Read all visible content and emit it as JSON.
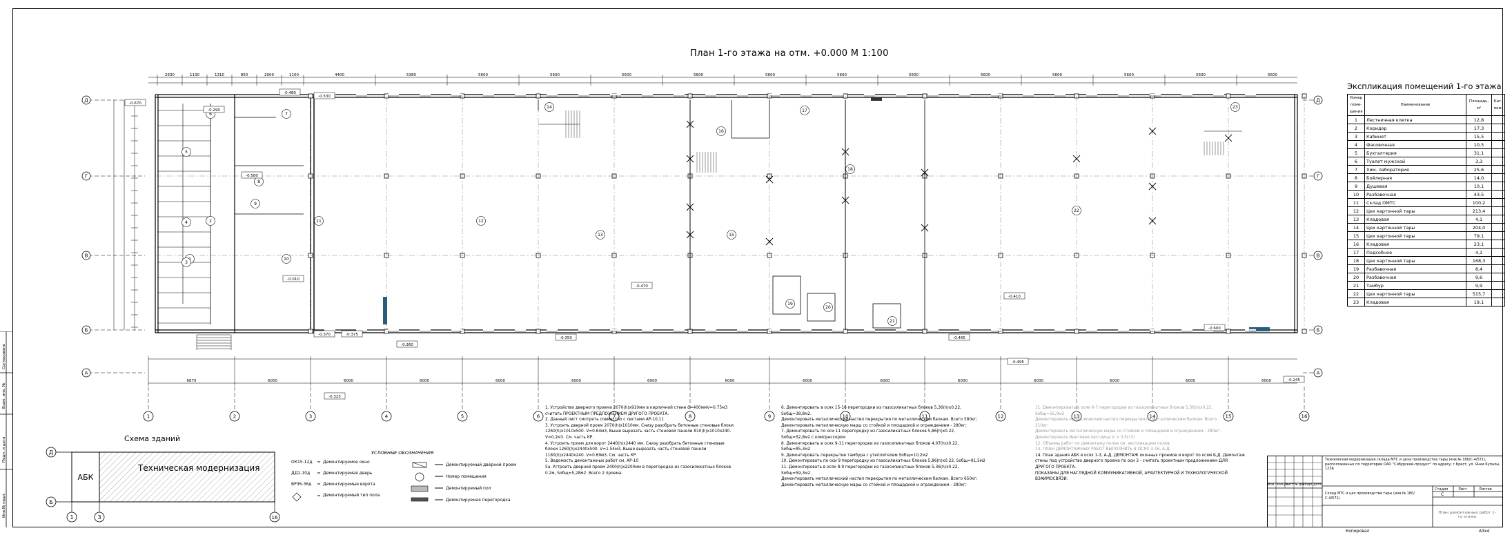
{
  "plan_title": "План 1-го этажа на отм. +0.000  М 1:100",
  "grid_letters": [
    "Д",
    "Г",
    "В",
    "Б",
    "А"
  ],
  "grid_numbers": [
    "1",
    "2",
    "3",
    "4",
    "5",
    "6",
    "7",
    "8",
    "9",
    "10",
    "11",
    "12",
    "13",
    "14",
    "15",
    "16"
  ],
  "explication": {
    "title": "Экспликация помещений 1-го этажа",
    "headers": [
      "Номер поме-щения",
      "Наименование",
      "Площадь, м²",
      "Кат. пом."
    ],
    "rows": [
      [
        "1",
        "Лестничная клетка",
        "12,8"
      ],
      [
        "2",
        "Коридор",
        "17,3"
      ],
      [
        "3",
        "Кабинет",
        "15,5"
      ],
      [
        "4",
        "Фасовочная",
        "10,5"
      ],
      [
        "5",
        "Бухгалтерия",
        "31,1"
      ],
      [
        "6",
        "Туалет мужской",
        "3,3"
      ],
      [
        "7",
        "Хим. лаборатория",
        "25,6"
      ],
      [
        "8",
        "Бойлерная",
        "14,0"
      ],
      [
        "9",
        "Душевая",
        "10,1"
      ],
      [
        "10",
        "Разбавочная",
        "43,5"
      ],
      [
        "11",
        "Склад ОМТС",
        "100,2"
      ],
      [
        "12",
        "Цех картонной тары",
        "213,4"
      ],
      [
        "13",
        "Кладовая",
        "4,1"
      ],
      [
        "14",
        "Цех картонной тары",
        "204,0"
      ],
      [
        "15",
        "Цех картонной тары",
        "79,1"
      ],
      [
        "16",
        "Кладовая",
        "23,1"
      ],
      [
        "17",
        "Подсобное",
        "4,1"
      ],
      [
        "18",
        "Цех картонной тары",
        "168,3"
      ],
      [
        "19",
        "Разбавочная",
        "8,4"
      ],
      [
        "20",
        "Разбавочная",
        "9,6"
      ],
      [
        "21",
        "Тамбур",
        "9,9"
      ],
      [
        "22",
        "Цех картонной тары",
        "515,7"
      ],
      [
        "23",
        "Кладовая",
        "19,1"
      ]
    ]
  },
  "schema": {
    "title": "Схема зданий",
    "abk": "АБК",
    "modern": "Техническая модернизация",
    "axis_d": "Д",
    "axis_b": "Б",
    "axis_1": "1",
    "axis_3": "3",
    "axis_16": "16"
  },
  "legend": {
    "title": "УСЛОВНЫЕ ОБОЗНАЧЕНИЯ",
    "items": [
      [
        "ОК15-12д",
        "Демонтируемое окно"
      ],
      [
        "ДД1-10д",
        "Демонтируемая дверь"
      ],
      [
        "ВР36-36д",
        "Демонтируемые ворота"
      ],
      [
        "",
        "Демонтируемый тип пола"
      ]
    ],
    "items2": [
      "Демонтируемый дверной проем",
      "Номер помещения",
      "Демонтируемый пол",
      "Демонтируемая перегородка"
    ]
  },
  "notes_col1": [
    "1. Устройство дверного проема 2070(h)х910мм в кирпичной стене δ=400ммV=0.75м3",
    "   считать ПРОЕКТНЫМ ПРЕДЛОЖЕНИЕМ ДРУГОГО ПРОЕКТА.",
    "2. Данный лист смотреть совместно с листами АР-10,11",
    "3. Устроить дверной проем 2070(h)х1010мм. Снизу разобрать бетонные стеновые блоки",
    "   1260(h)х1010х500. V=0.64м3, Выше вырезать часть стеновой панели 810(h)х1010х240.",
    "   V=0.2м3. См. часть КР.",
    "4. Устроить проем для ворот 2440(h)х2440 мм. Снизу разобрать бетонные стеновые",
    "   блоки 1260(h)х2440х500. V=1.54м3, Выше вырезать часть стеновой панели",
    "   1180(h)х2440х240. V=0.69м3. См. часть КР.",
    "5. Ведомость демонтажных работ см. АР-10",
    "5а. Устроить дверной проем 2400(h)х2200мм в перегородке из газосиликатных блоков",
    "   0.2м, Sобщ=5,28м2. Всего 2 проема."
  ],
  "notes_col2": [
    "6. Демонтировать в осях 15-16 перегородки из газосиликатных блоков 5,36(h)х0.22,",
    "   Sобщ=38,8м2.",
    "   Демонтировать металлический настил перекрытия по металлическим балкам. Всего 580кг;",
    "   Демонтировать металлическую марш со стойкой и площадкой и ограждением - 280кг;",
    "7. Демонтировать по оси 11 перегородку из газосиликатных блоков 5,86(h)х0.22,",
    "   Sобщ=52,8м2 с    компрессором",
    "8. Демонтировать в осях 9-11 перегородки из газосиликатных блоков 4,07(h)х0.22,",
    "   Sобщ=85,3м2",
    "9. Демонтировать перекрытие тамбура с утеплителем Sобщ=10,2м2",
    "10. Демонтировать по оси 9 перегородку из газосиликатных блоков 5,86(h)х0.22, Sобщ=91,5м2",
    "11. Демонтировать в осях 8-9 перегородки из газосиликатных блоков 5,36(h)х0.22,",
    "   Sобщ=59,3м2.",
    "   Демонтировать металлический настил перекрытия по металлическим балкам. Всего 650кг;",
    "   Демонтировать металлическую марш со стойкой и площадкой и ограждением - 280кг;"
  ],
  "notes_col3": [
    "11. Демонтировать в осях 6-7 перегородки из газосиликатных блоков 5,36(h)х0.22,",
    "   Sобщ=15,0м2",
    "   Демонтировать металлический настил перекрытия по металлическим балкам. Всего",
    "   210кг;",
    "   Демонтировать металлическую марш со стойкой и площадкой и ограждением - 280кг;",
    "   Демонтировать Винтовая лестница V = 3,5(т3)",
    "12. Объемы работ по демонтажу полов см. экспликацию полов.",
    "13. ПЛАН ДЕМОНТАЖНЫХ РАБОТ ВЫПОЛНИТЬ В ОСЯХ 3-16, А-Д.",
    "14. План здания АБК в осях 1-3, А-Д, ДЕМОНТАЖ оконных проемов и ворот по осям Б,Д. Демонтаж",
    "   стены под устройство дверного проема по оси 3 - считать проектным предложением ДЛЯ",
    "   ДРУГОГО ПРОЕКТА.",
    "   ПОКАЗАНЫ ДЛЯ НАГЛЯДНОЙ КОММУНИКАТИВНОЙ, АРХИТЕКТУРНОЙ И ТЕХНОЛОГИЧЕСКОЙ",
    "   ВЗАИМОСВЯЗИ."
  ],
  "stamp": {
    "project": "Техническая модернизация склада МТС и цеха производства тары (инв.№ 180/С-4/571), расположенных по территории ОАО \"Сибурский-продукт\" по адресу: г.Брест, ул. Янки Купалы, 123А",
    "object": "Склад МТС и цех производства тары (инв.№ 180/С-4/571)",
    "stage_label": "Стадия",
    "sheet_label": "Лист",
    "sheets_label": "Листов",
    "stage": "С",
    "sheet_title": "План демонтажных работ 1-го этажа",
    "cols": [
      "Изм.",
      "Кол.уч.",
      "Лист",
      "№ док.",
      "Подп.",
      "Дата"
    ],
    "copied": "Копировал",
    "format": "А3х4"
  },
  "side_labels": [
    "Инв.№ подл.",
    "Подп. и дата",
    "Взам. инв. №",
    "Согласовано"
  ],
  "dim_top": [
    "2630",
    "1130",
    "1310",
    "850",
    "2000",
    "1100",
    "4400",
    "5380",
    "5600",
    "5600",
    "5600",
    "5600",
    "5600",
    "5600",
    "5600",
    "5600",
    "5600",
    "5600",
    "5600",
    "5600"
  ],
  "dim_bottom": [
    "6870",
    "6000",
    "6000",
    "6000",
    "6000",
    "6000",
    "6000",
    "6000",
    "6000",
    "6000",
    "6000",
    "6000",
    "6000",
    "6000",
    "6000"
  ],
  "room_numbers": [
    "1",
    "2",
    "3",
    "4",
    "5",
    "6",
    "7",
    "8",
    "9",
    "10",
    "11",
    "12",
    "13",
    "14",
    "15",
    "16",
    "17",
    "18",
    "19",
    "20",
    "21",
    "22",
    "23"
  ],
  "marks": [
    "-0.670",
    "-0.290",
    "-0.580",
    "-0.480",
    "-0.530",
    "-0.010",
    "-0.370",
    "-0.375",
    "-0.360",
    "-0.350",
    "-0.470",
    "-0.410",
    "-0.495",
    "-0.465",
    "-0.600",
    "-0.325",
    "-0.245"
  ]
}
